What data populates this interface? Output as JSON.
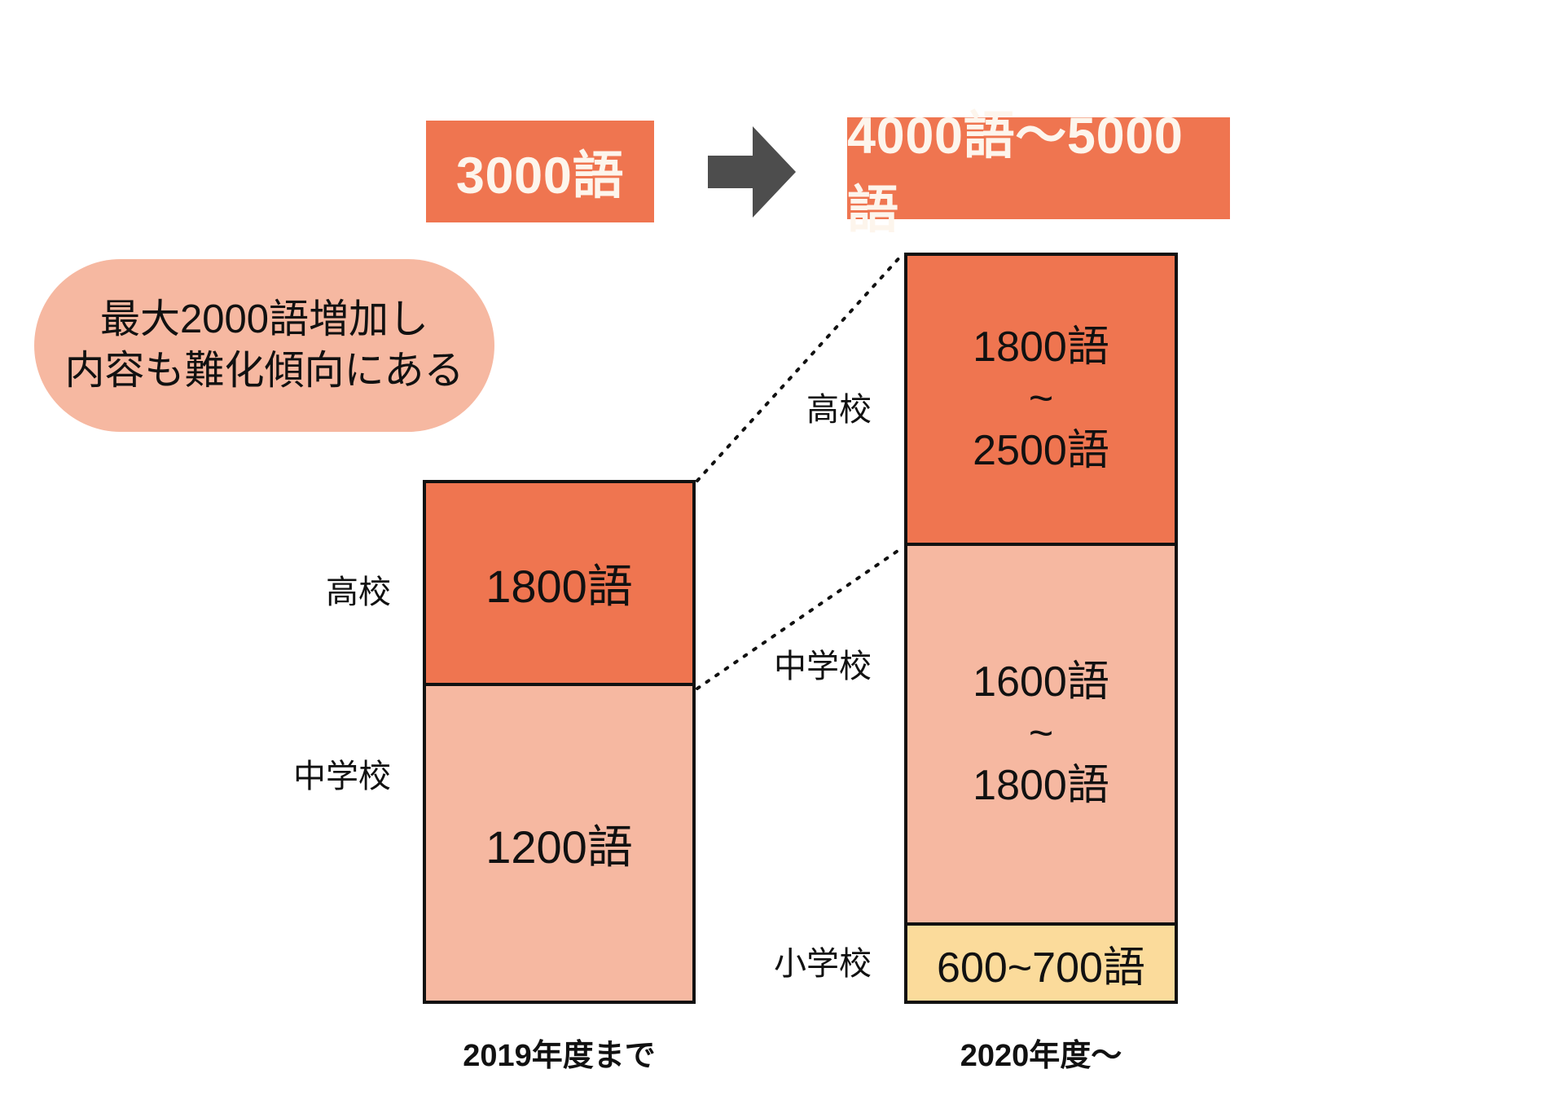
{
  "banner": {
    "before_label": "3000語",
    "arrow_icon": "arrow-right-icon",
    "after_label": "4000語〜5000語"
  },
  "callout": {
    "line1": "最大2000語増加し",
    "line2": "内容も難化傾向にある"
  },
  "colors": {
    "accent_orange": "#EF7550",
    "light_pink": "#F6B8A1",
    "pale_yellow": "#FBDB9B",
    "arrow_gray": "#4D4D4D",
    "axis_black": "#111111",
    "banner_text": "#FDF5EC"
  },
  "chart_data": {
    "type": "bar",
    "title": "",
    "xlabel": "",
    "ylabel": "",
    "stacked": true,
    "grid": false,
    "legend": "none",
    "categories": [
      "2019年度まで",
      "2020年度〜"
    ],
    "category_labels": {
      "left": "2019年度まで",
      "right": "2020年度〜"
    },
    "series": [
      {
        "name": "小学校",
        "values": [
          0,
          650
        ],
        "value_labels": [
          "",
          "600~700語"
        ],
        "range": [
          null,
          [
            600,
            700
          ]
        ],
        "color": "#FBDB9B"
      },
      {
        "name": "中学校",
        "values": [
          1200,
          1700
        ],
        "value_labels": [
          "1200語",
          "1600語\n~\n1800語"
        ],
        "range": [
          [
            1200,
            1200
          ],
          [
            1600,
            1800
          ]
        ],
        "color": "#F6B8A1"
      },
      {
        "name": "高校",
        "values": [
          1800,
          2150
        ],
        "value_labels": [
          "1800語",
          "1800語\n~\n2500語"
        ],
        "range": [
          [
            1800,
            1800
          ],
          [
            1800,
            2500
          ]
        ],
        "color": "#EF7550"
      }
    ],
    "totals": [
      "3000語",
      "4000語〜5000語"
    ],
    "annotations": [
      "最大2000語増加し",
      "内容も難化傾向にある"
    ]
  },
  "left_bar": {
    "axis_label": "2019年度まで",
    "segments": [
      {
        "row_label": "高校",
        "value_label": "1800語"
      },
      {
        "row_label": "中学校",
        "value_label": "1200語"
      }
    ]
  },
  "right_bar": {
    "axis_label": "2020年度〜",
    "segments": [
      {
        "row_label": "高校",
        "value_top": "1800語",
        "tilde": "~",
        "value_bottom": "2500語"
      },
      {
        "row_label": "中学校",
        "value_top": "1600語",
        "tilde": "~",
        "value_bottom": "1800語"
      },
      {
        "row_label": "小学校",
        "value_label": "600~700語"
      }
    ]
  }
}
